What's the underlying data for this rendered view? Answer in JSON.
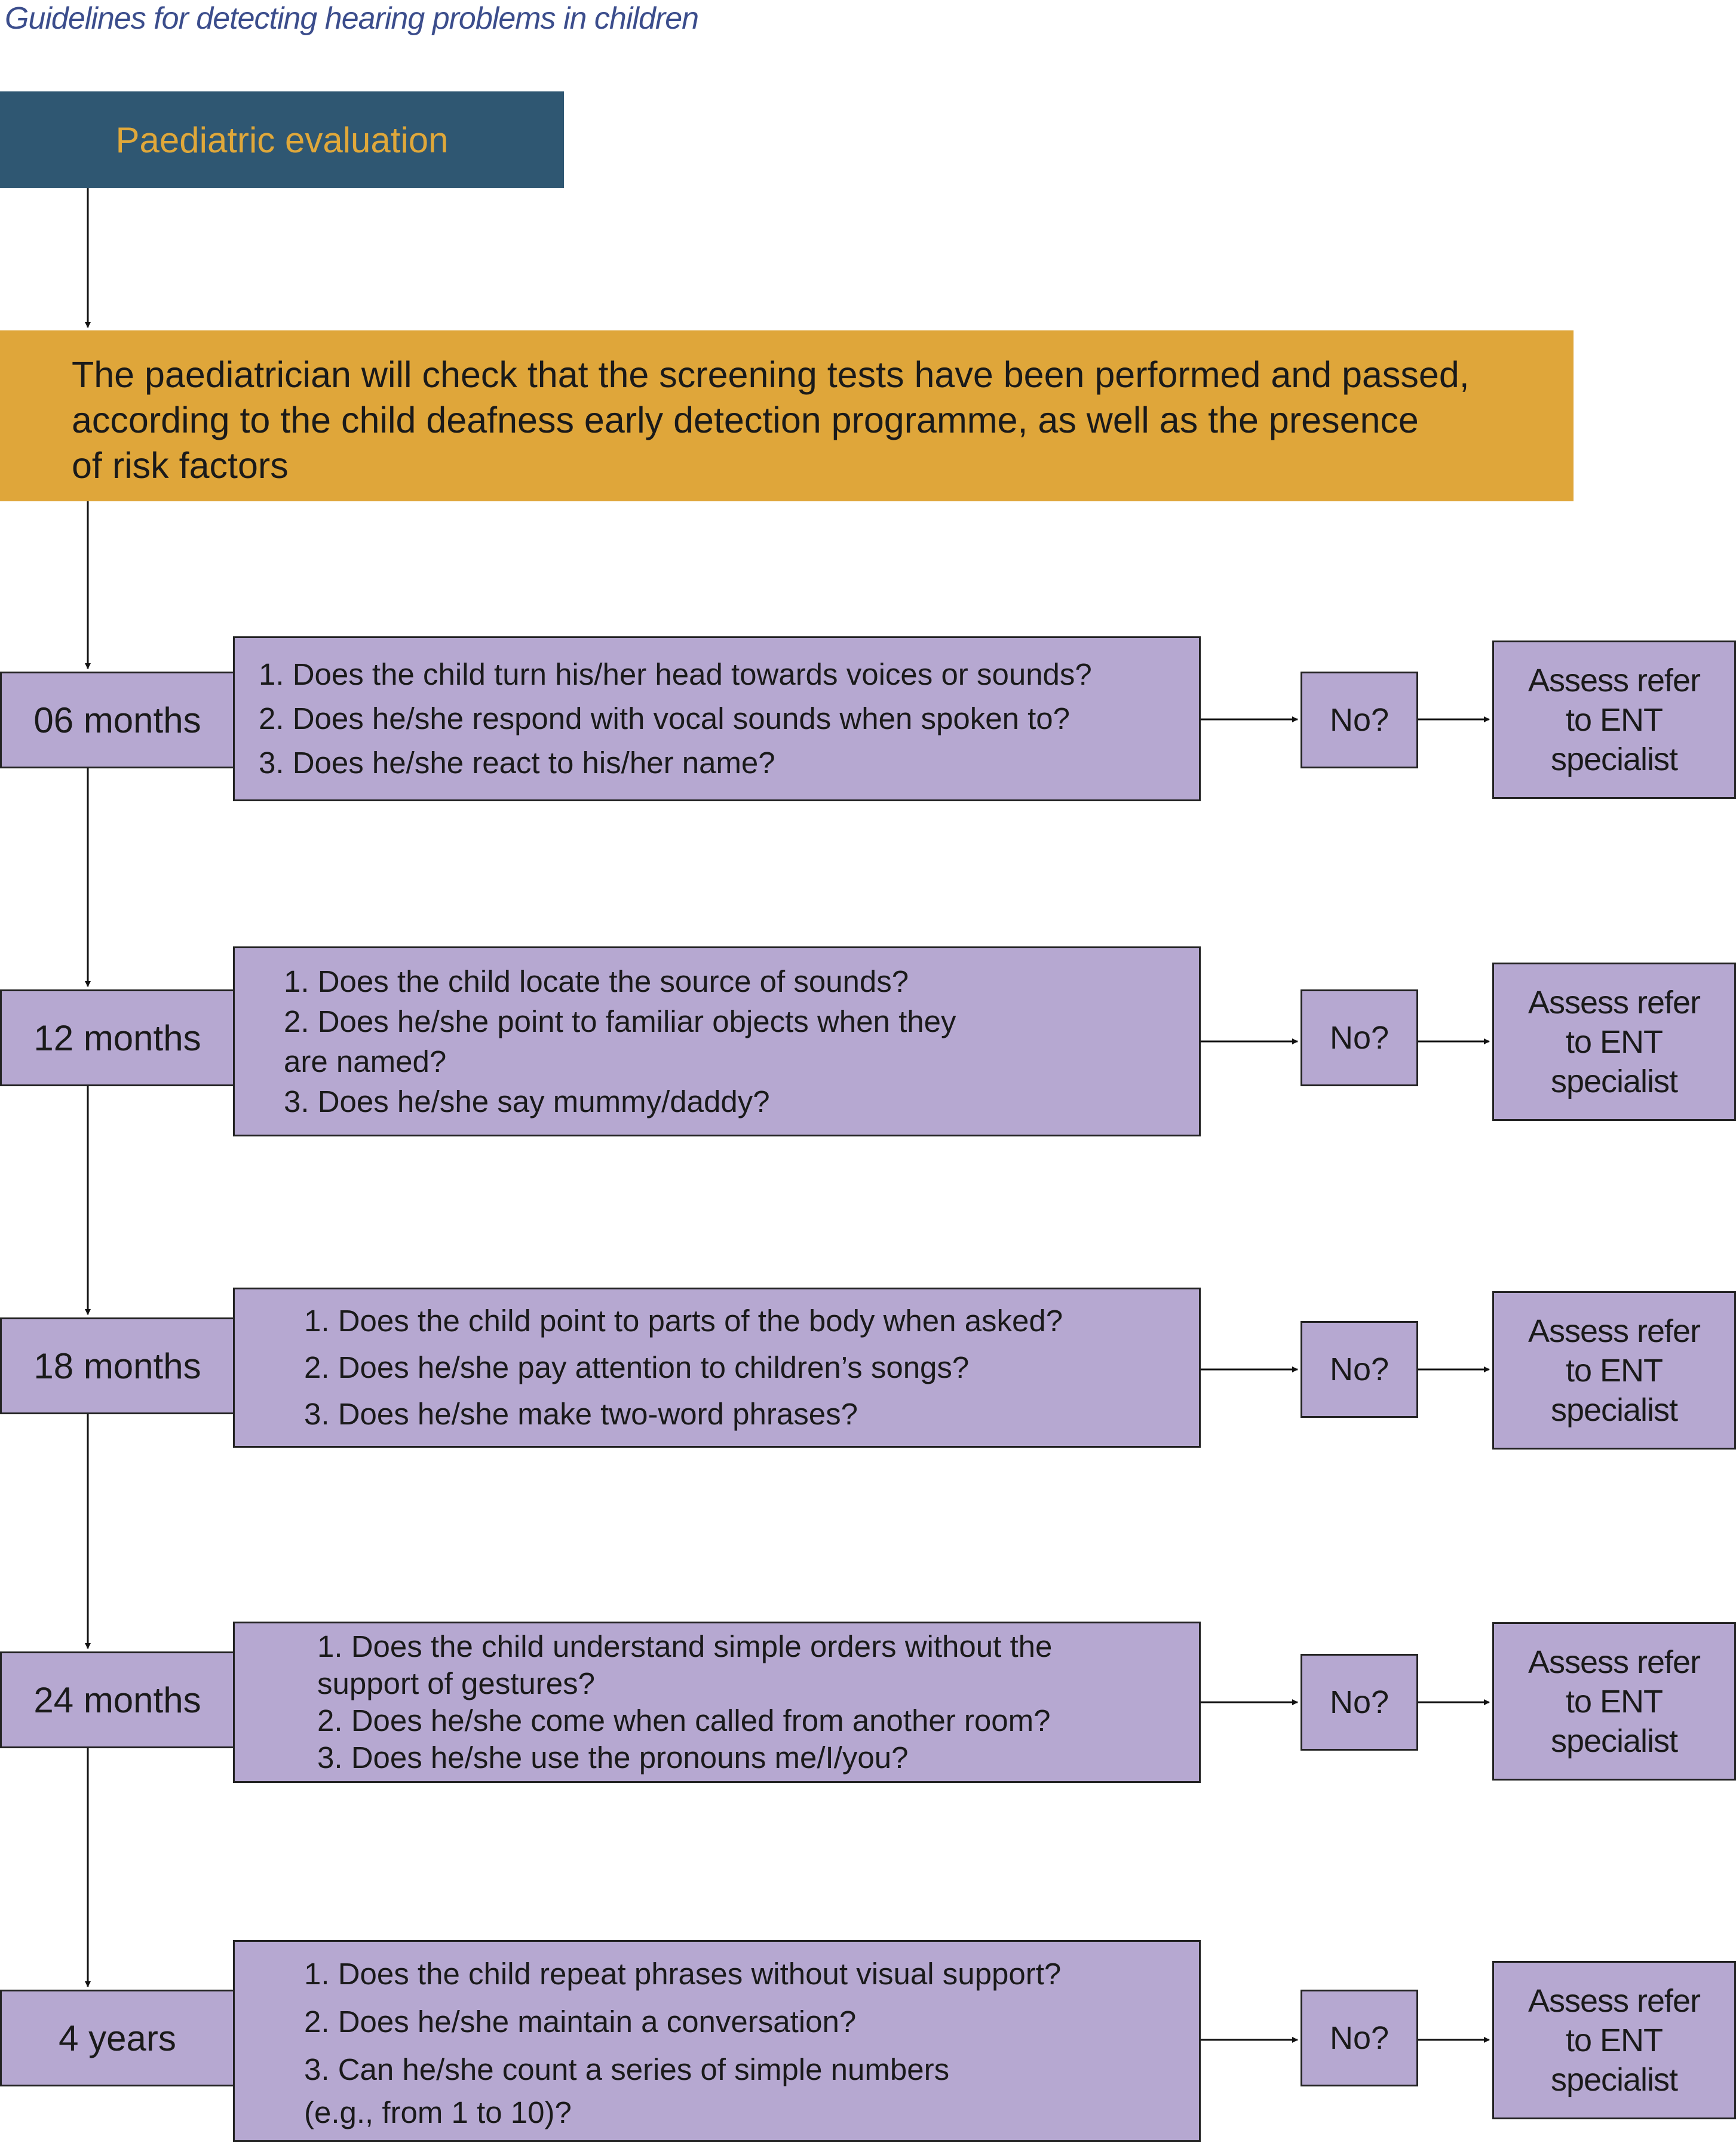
{
  "title": "Guidelines for detecting hearing problems in children",
  "start": "Paediatric evaluation",
  "check_lines": [
    "The paediatrician will check that the screening tests have been performed and passed,",
    "according to the child deafness early detection programme, as well as the presence",
    "of risk factors"
  ],
  "stages": [
    {
      "age": "06 months",
      "questions": [
        "1. Does the child turn his/her head towards voices or sounds?",
        "2. Does he/she respond with vocal sounds when spoken to?",
        "3. Does he/she react to his/her name?"
      ],
      "no": "No?",
      "refer_lines": [
        "Assess refer",
        "to ENT",
        "specialist"
      ]
    },
    {
      "age": "12 months",
      "questions": [
        "1. Does the child locate the source of sounds?",
        "2. Does he/she point to familiar objects when they",
        "are named?",
        "3. Does he/she say mummy/daddy?"
      ],
      "no": "No?",
      "refer_lines": [
        "Assess refer",
        "to ENT",
        "specialist"
      ]
    },
    {
      "age": "18 months",
      "questions": [
        "1. Does the child point to parts of the body when asked?",
        "2. Does he/she pay attention to children’s songs?",
        "3. Does he/she make two-word phrases?"
      ],
      "no": "No?",
      "refer_lines": [
        "Assess refer",
        "to ENT",
        "specialist"
      ]
    },
    {
      "age": "24 months",
      "questions": [
        "1. Does the child understand simple orders without the",
        "support of gestures?",
        "2. Does he/she come when called from another room?",
        "3. Does he/she use the pronouns me/I/you?"
      ],
      "no": "No?",
      "refer_lines": [
        "Assess refer",
        "to ENT",
        "specialist"
      ]
    },
    {
      "age": "4 years",
      "questions": [
        "1. Does the child repeat phrases without visual support?",
        "2. Does he/she maintain a conversation?",
        "3. Can he/she count a series of simple numbers",
        "(e.g., from 1 to 10)?"
      ],
      "no": "No?",
      "refer_lines": [
        "Assess refer",
        "to ENT",
        "specialist"
      ]
    }
  ]
}
